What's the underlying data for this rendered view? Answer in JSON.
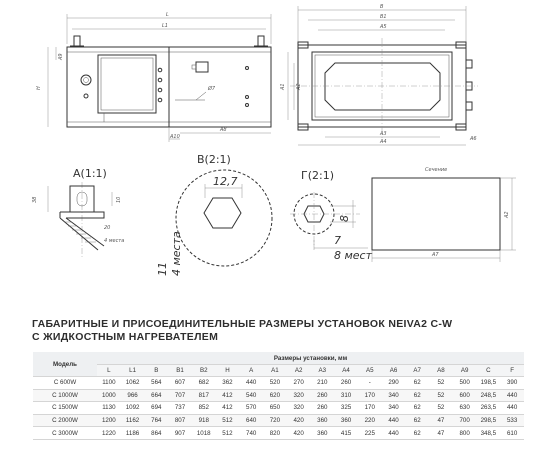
{
  "views": {
    "view_a": "А(1:1)",
    "view_b": "В(2:1)",
    "view_g": "Г(2:1)",
    "section": "Сечение"
  },
  "front_labels": {
    "L": "L",
    "L1": "L1",
    "dia": "Ø7",
    "A8": "A8",
    "A9": "A9",
    "A10": "A10",
    "H": "H"
  },
  "side_labels": {
    "B": "B",
    "B1": "B1",
    "A1": "A1",
    "A2": "A2",
    "A3": "A3",
    "A4": "A4",
    "A5": "A5",
    "A6": "A6"
  },
  "detail_a": {
    "dim38": "38",
    "dim10": "10",
    "dim20": "20",
    "places": "4 места"
  },
  "detail_b": {
    "dim": "12,7",
    "count": "11",
    "places": "4 места"
  },
  "detail_g": {
    "dim8": "8",
    "dim7": "7",
    "places": "8 мест"
  },
  "section_labels": {
    "a7": "A7",
    "a2": "A2"
  },
  "title": {
    "line1": "ГАБАРИТНЫЕ И ПРИСОЕДИНИТЕЛЬНЫЕ РАЗМЕРЫ УСТАНОВОК NEIVA2 С-W",
    "line2": "С ЖИДКОСТНЫМ НАГРЕВАТЕЛЕМ"
  },
  "table": {
    "model_header": "Модель",
    "group_header": "Размеры установки, мм",
    "columns": [
      "L",
      "L1",
      "B",
      "B1",
      "B2",
      "H",
      "A",
      "A1",
      "A2",
      "A3",
      "A4",
      "A5",
      "A6",
      "A7",
      "A8",
      "A9",
      "C",
      "F"
    ],
    "rows": [
      [
        "C 600W",
        "1100",
        "1062",
        "564",
        "607",
        "682",
        "362",
        "440",
        "520",
        "270",
        "210",
        "260",
        "-",
        "290",
        "62",
        "52",
        "500",
        "198,5",
        "390"
      ],
      [
        "C 1000W",
        "1000",
        "966",
        "664",
        "707",
        "817",
        "412",
        "540",
        "620",
        "320",
        "260",
        "310",
        "170",
        "340",
        "62",
        "52",
        "600",
        "248,5",
        "440"
      ],
      [
        "C 1500W",
        "1130",
        "1092",
        "694",
        "737",
        "852",
        "412",
        "570",
        "650",
        "320",
        "260",
        "325",
        "170",
        "340",
        "62",
        "52",
        "630",
        "263,5",
        "440"
      ],
      [
        "C 2000W",
        "1200",
        "1162",
        "764",
        "807",
        "918",
        "512",
        "640",
        "720",
        "420",
        "360",
        "360",
        "220",
        "440",
        "62",
        "47",
        "700",
        "298,5",
        "533"
      ],
      [
        "C 3000W",
        "1220",
        "1186",
        "864",
        "907",
        "1018",
        "512",
        "740",
        "820",
        "420",
        "360",
        "415",
        "225",
        "440",
        "62",
        "47",
        "800",
        "348,5",
        "610"
      ]
    ]
  }
}
